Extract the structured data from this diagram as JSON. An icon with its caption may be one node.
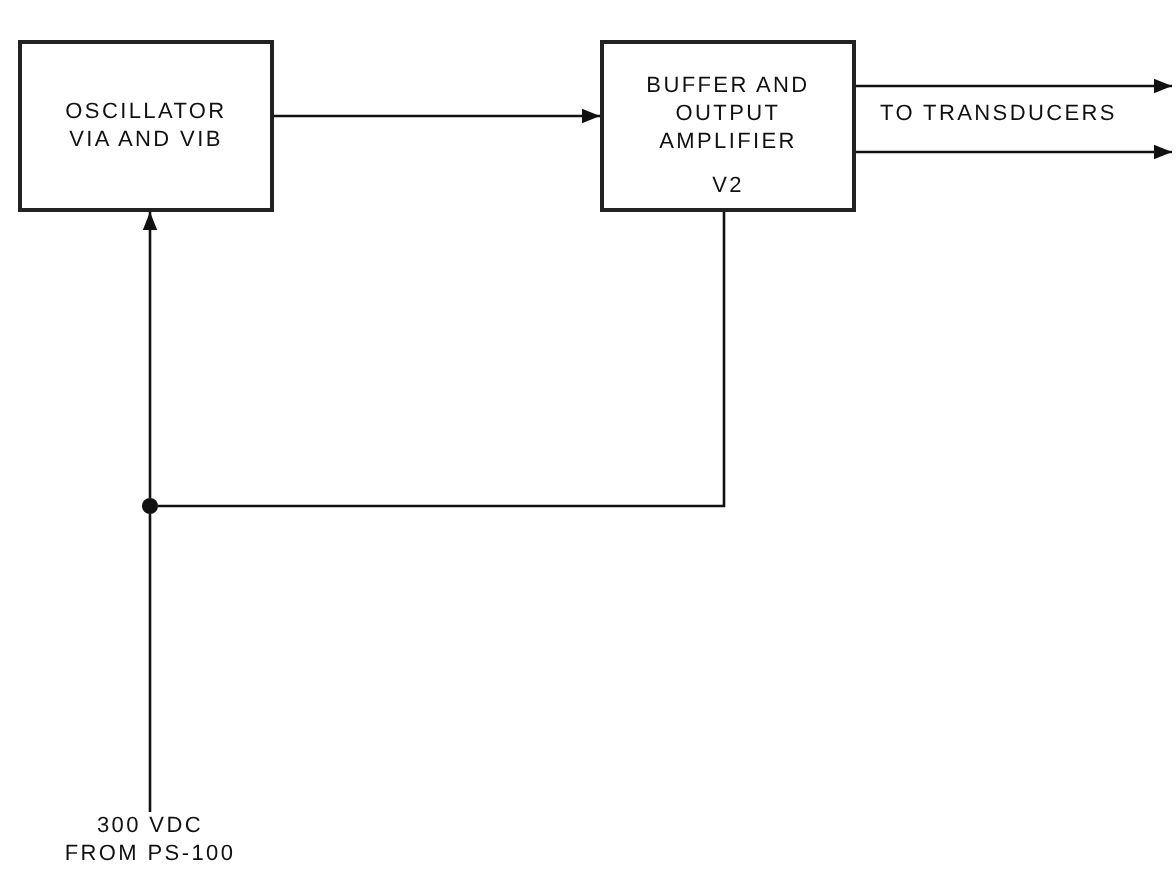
{
  "diagram": {
    "nodes": [
      {
        "text": [
          "OSCILLATOR VIA AND VIB"
        ]
      },
      {
        "text": [
          "BUFFER AND OUTPUT AMPLIFIER",
          "V2"
        ]
      },
      {
        "text": [
          "300 VDC FROM PS-100"
        ]
      },
      {
        "text": [],
        "shape": "circle"
      }
    ],
    "edges": [
      {
        "from": 0,
        "to": 1,
        "arrow": "to"
      },
      {
        "from": 1,
        "to": null,
        "arrow": "to"
      },
      {
        "from": 1,
        "to": null,
        "arrow": "to"
      },
      {
        "from": 2,
        "to": 3,
        "arrow": "none"
      },
      {
        "from": 3,
        "to": 0,
        "arrow": "to"
      },
      {
        "from": 1,
        "to": 3,
        "arrow": "none"
      }
    ],
    "labels": [
      "TO TRANSDUCERS"
    ]
  }
}
